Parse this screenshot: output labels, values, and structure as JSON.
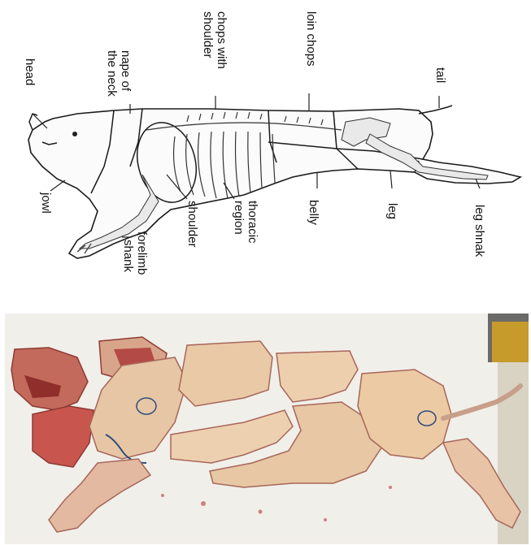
{
  "labels": {
    "head": "head",
    "nape_line1": "nape of",
    "nape_line2": "the neck",
    "chops_line1": "chops with",
    "chops_line2": "shoulder",
    "loin_chops": "loin chops",
    "tail": "tail",
    "jowl": "jowl",
    "shoulder": "shoulder",
    "thoracic_line1": "thoracic",
    "thoracic_line2": "region",
    "belly": "belly",
    "leg": "leg",
    "leg_shank": "leg shnak",
    "forelimb_line1": "forelimb",
    "forelimb_line2": "shank"
  },
  "colors": {
    "table_surface": "#f1efe9",
    "meat_skin": "#e9c9a6",
    "meat_red": "#b8453f",
    "board_edge": "#c79a2c",
    "ink_stamp": "#2d4c7a"
  },
  "photo": {
    "subject": "butchered pig carcass cut into pieces on white table"
  }
}
